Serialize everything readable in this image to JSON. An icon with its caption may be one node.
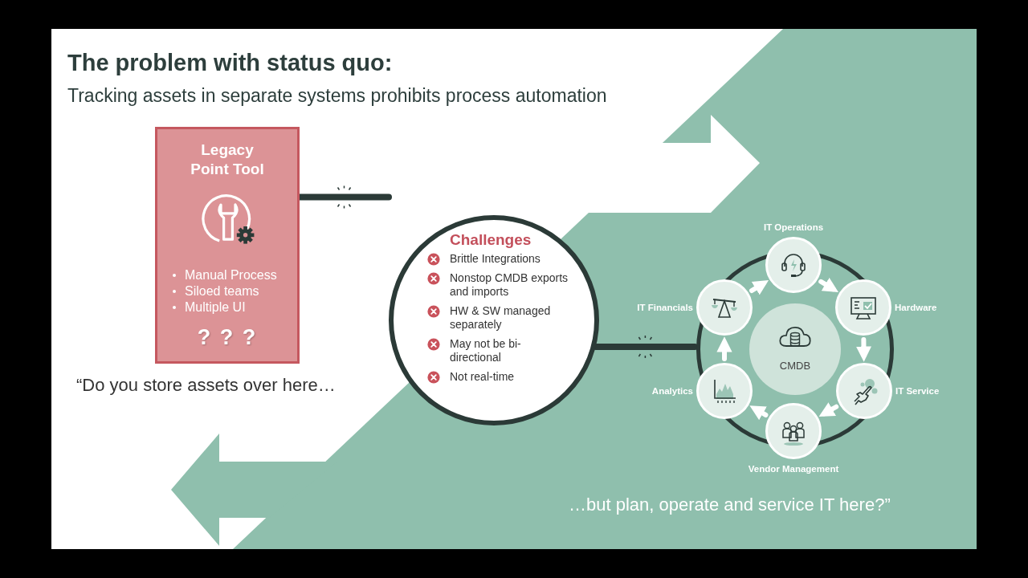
{
  "diagram": {
    "title": "The problem with status quo:",
    "nodes": [
      {
        "text": [
          "Legacy Point Tool",
          "Manual Process",
          "Siloed teams",
          "Multiple UI",
          "? ? ?"
        ],
        "beside": [
          "“Do you store assets over here…"
        ]
      },
      {
        "text": [
          "Challenges",
          "Brittle Integrations",
          "Nonstop CMDB exports and imports",
          "HW & SW managed separately",
          "May not be bi-directional",
          "Not real-time"
        ]
      },
      {
        "text": [],
        "shape": "circle"
      },
      {
        "text": [
          "CMDB"
        ],
        "in": 2
      },
      {
        "text": [
          "IT Operations"
        ]
      },
      {
        "text": [
          "Hardware"
        ],
        "in": 2
      },
      {
        "text": [
          "IT Service"
        ],
        "in": 2
      },
      {
        "text": [
          "Vendor Management"
        ]
      },
      {
        "text": [
          "Analytics"
        ],
        "in": 2
      },
      {
        "text": [
          "IT Financials"
        ],
        "in": 2
      }
    ],
    "edges": [
      {
        "from": 0,
        "to": 1,
        "arrow": "none",
        "color": "#2b3a37"
      },
      {
        "from": 1,
        "to": 2,
        "arrow": "none",
        "color": "#2b3a37"
      },
      {
        "from": 4,
        "to": 5,
        "arrow": "to"
      },
      {
        "from": 5,
        "to": 6,
        "arrow": "to"
      },
      {
        "from": 6,
        "to": 7,
        "arrow": "to"
      },
      {
        "from": 7,
        "to": 8,
        "arrow": "to"
      },
      {
        "from": 8,
        "to": 9,
        "arrow": "to"
      },
      {
        "from": 9,
        "to": 4,
        "arrow": "to"
      }
    ],
    "labels": [
      "Tracking assets in separate systems prohibits process automation",
      "…but plan, operate and service IT here?”"
    ]
  }
}
